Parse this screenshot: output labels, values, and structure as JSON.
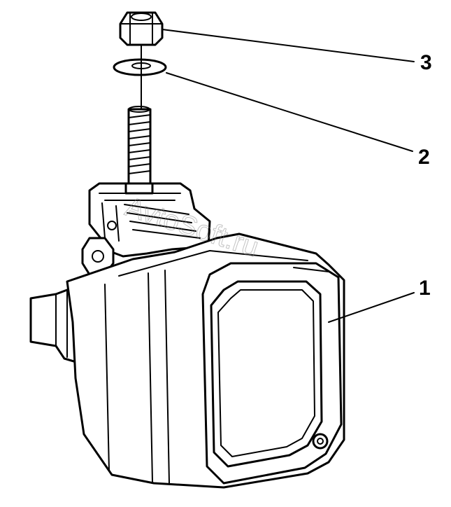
{
  "figure": {
    "callouts": [
      {
        "id": "part-1",
        "label": "1"
      },
      {
        "id": "part-2",
        "label": "2"
      },
      {
        "id": "part-3",
        "label": "3"
      }
    ],
    "watermark": "AvtoSoft.ru"
  }
}
